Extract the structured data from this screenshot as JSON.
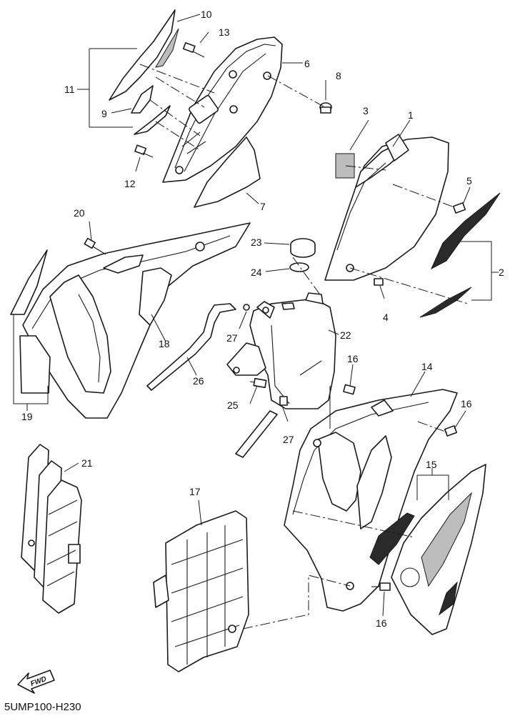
{
  "diagram": {
    "code": "5UMP100-H230",
    "fwd_label": "FWD",
    "callouts": [
      {
        "id": "c1",
        "text": "1"
      },
      {
        "id": "c2",
        "text": "2"
      },
      {
        "id": "c3",
        "text": "3"
      },
      {
        "id": "c4",
        "text": "4"
      },
      {
        "id": "c5",
        "text": "5"
      },
      {
        "id": "c6",
        "text": "6"
      },
      {
        "id": "c7",
        "text": "7"
      },
      {
        "id": "c8",
        "text": "8"
      },
      {
        "id": "c9",
        "text": "9"
      },
      {
        "id": "c10",
        "text": "10"
      },
      {
        "id": "c11",
        "text": "11"
      },
      {
        "id": "c12",
        "text": "12"
      },
      {
        "id": "c13",
        "text": "13"
      },
      {
        "id": "c14",
        "text": "14"
      },
      {
        "id": "c15",
        "text": "15"
      },
      {
        "id": "c16a",
        "text": "16"
      },
      {
        "id": "c16b",
        "text": "16"
      },
      {
        "id": "c16c",
        "text": "16"
      },
      {
        "id": "c17",
        "text": "17"
      },
      {
        "id": "c18",
        "text": "18"
      },
      {
        "id": "c19",
        "text": "19"
      },
      {
        "id": "c20",
        "text": "20"
      },
      {
        "id": "c21",
        "text": "21"
      },
      {
        "id": "c22",
        "text": "22"
      },
      {
        "id": "c23",
        "text": "23"
      },
      {
        "id": "c24",
        "text": "24"
      },
      {
        "id": "c25",
        "text": "25"
      },
      {
        "id": "c26",
        "text": "26"
      },
      {
        "id": "c27a",
        "text": "27"
      },
      {
        "id": "c27b",
        "text": "27"
      }
    ]
  }
}
